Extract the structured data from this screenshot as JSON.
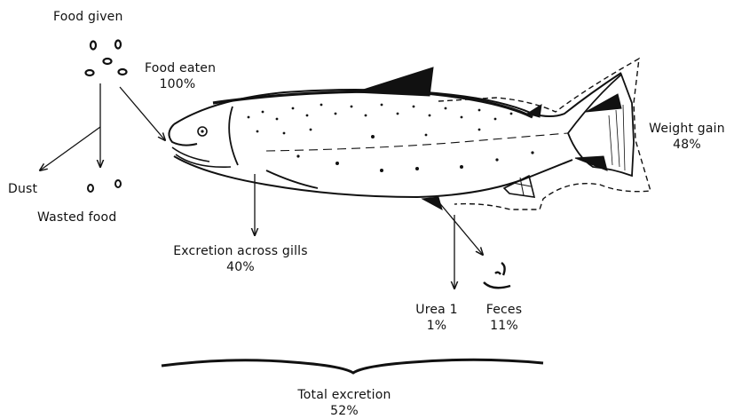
{
  "labels": {
    "food_given": "Food given",
    "food_eaten": "Food eaten",
    "food_eaten_pct": "100%",
    "dust": "Dust",
    "wasted_food": "Wasted food",
    "gills": "Excretion across gills",
    "gills_pct": "40%",
    "urea": "Urea 1",
    "urea_pct": "1%",
    "feces": "Feces",
    "feces_pct": "11%",
    "weight_gain": "Weight gain",
    "weight_gain_pct": "48%",
    "total": "Total excretion",
    "total_pct": "52%"
  }
}
